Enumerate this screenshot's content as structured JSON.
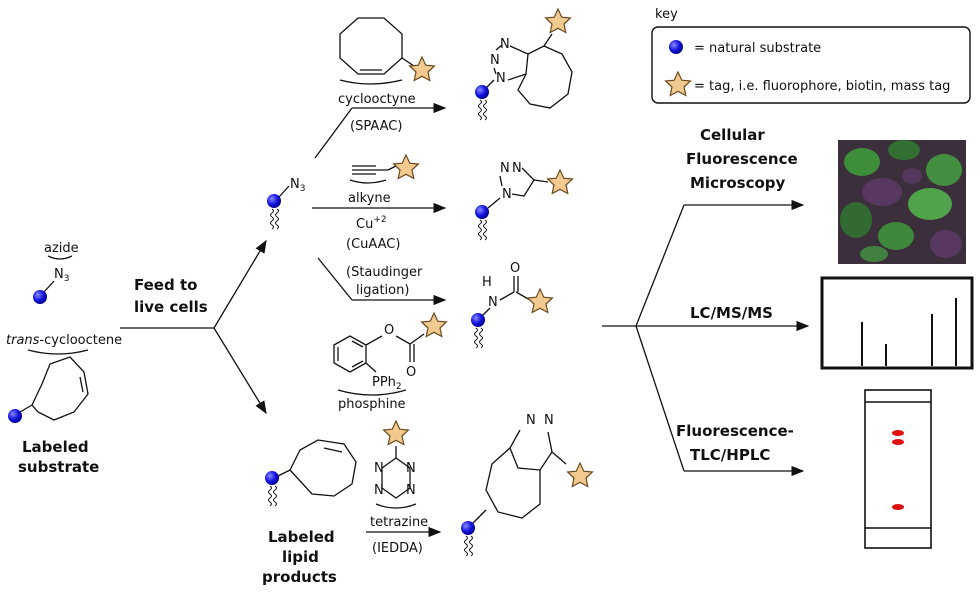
{
  "key": {
    "title": "key",
    "natural_substrate": "= natural substrate",
    "tag": "= tag, i.e. fluorophore, biotin, mass tag"
  },
  "left": {
    "azide": "azide",
    "n3": "N",
    "n3_sub": "3",
    "trans_italic": "trans",
    "trans_rest": "-cyclooctene",
    "labeled_substrate_1": "Labeled",
    "labeled_substrate_2": "substrate"
  },
  "feed": {
    "line1": "Feed to",
    "line2": "live cells"
  },
  "lipid": {
    "line1": "Labeled",
    "line2": "lipid",
    "line3": "products"
  },
  "azide_center": {
    "n": "N",
    "sub": "3"
  },
  "reactions": {
    "spaac_reagent": "cyclooctyne",
    "spaac_name": "(SPAAC)",
    "cuaac_reagent": "alkyne",
    "cuaac_cat": "Cu",
    "cuaac_cat_sup": "+2",
    "cuaac_name": "(CuAAC)",
    "staud_1": "(Staudinger",
    "staud_2": "ligation)",
    "phosphine": "phosphine",
    "pph2": "PPh",
    "pph2_sub": "2",
    "o_label": "O",
    "tetrazine": "tetrazine",
    "iedda": "(IEDDA)",
    "n_label": "N",
    "h_label": "H"
  },
  "analysis": {
    "micro_1": "Cellular",
    "micro_2": "Fluorescence",
    "micro_3": "Microscopy",
    "lcms": "LC/MS/MS",
    "tlc_1": "Fluorescence-",
    "tlc_2": "TLC/HPLC"
  },
  "colors": {
    "substrate": "#1010d8",
    "tag_fill": "#f2c98e",
    "tag_stroke": "#6b4a1f",
    "tlc_spot": "#e01010",
    "micro_green": "#3fae3c",
    "micro_purple": "#5b3a66"
  }
}
